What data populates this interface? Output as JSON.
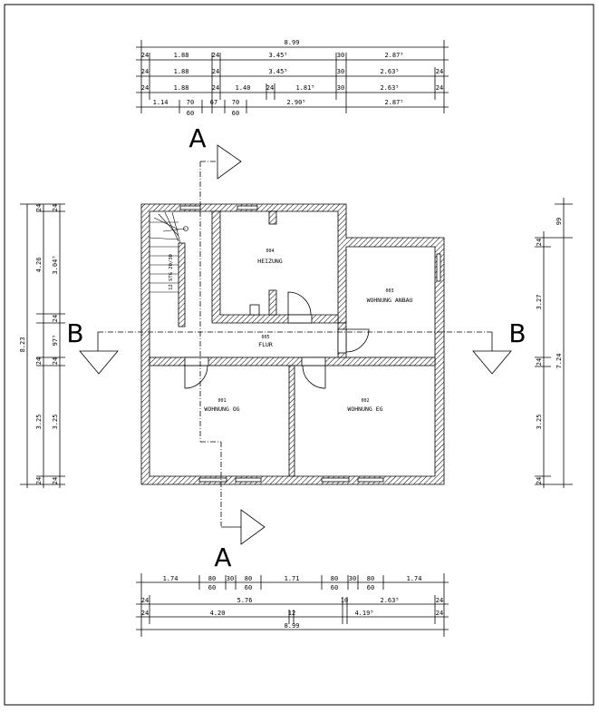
{
  "top_dims": {
    "row1": [
      "8.99"
    ],
    "row2": [
      "24",
      "1.88",
      "24",
      "3.45⁵",
      "30",
      "2.87⁵"
    ],
    "row3": [
      "24",
      "1.88",
      "24",
      "3.45⁵",
      "30",
      "2.63⁵",
      "24"
    ],
    "row4": [
      "24",
      "1.88",
      "24",
      "1.40",
      "24",
      "1.81⁵",
      "30",
      "2.63⁵",
      "24"
    ],
    "row5": [
      "1.14",
      "70",
      "60",
      "67",
      "70",
      "60",
      "2.90⁵",
      "2.87⁵"
    ]
  },
  "bottom_dims": {
    "row1": [
      "1.74",
      "80",
      "60",
      "30",
      "80",
      "60",
      "1.71",
      "80",
      "60",
      "30",
      "80",
      "60",
      "1.74"
    ],
    "row2": [
      "24",
      "5.76",
      "10",
      "2.63⁵",
      "24"
    ],
    "row3": [
      "24",
      "4.20",
      "12",
      "4.19⁵",
      "24"
    ],
    "row4": [
      "8.99"
    ]
  },
  "left_dims": [
    "24",
    "24",
    "4.26",
    "3.04⁵",
    "24",
    "97⁵",
    "24",
    "24",
    "8.23",
    "3.25",
    "3.25",
    "24",
    "24"
  ],
  "right_dims": [
    "99",
    "24",
    "3.27",
    "24",
    "7.24",
    "3.25",
    "24"
  ],
  "section_labels": {
    "a_top": "A",
    "a_bottom": "A",
    "b_left": "B",
    "b_right": "B"
  },
  "rooms": [
    {
      "num": "004",
      "name": "HEIZUNG"
    },
    {
      "num": "003",
      "name": "WOHNUNG ANBAU"
    },
    {
      "num": "005",
      "name": "FLUR"
    },
    {
      "num": "001",
      "name": "WOHNUNG OG"
    },
    {
      "num": "002",
      "name": "WOHNUNG EG"
    }
  ],
  "stair_label": "12 STG 20/30"
}
